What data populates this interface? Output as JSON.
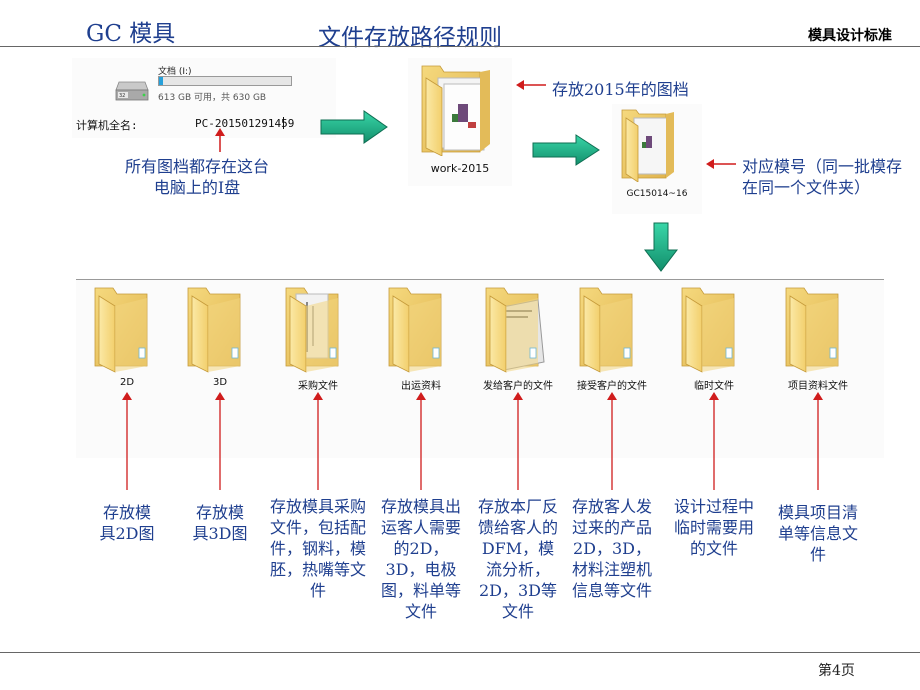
{
  "header": {
    "company": "GC  模具",
    "title": "文件存放路径规则",
    "standard": "模具设计标准"
  },
  "drive": {
    "name": "文档 (I:)",
    "usage_fraction": 0.03,
    "space_text": "613 GB 可用，共 630 GB"
  },
  "computer": {
    "label": "计算机全名:",
    "value": "PC-201501291459"
  },
  "captions": {
    "drive_note": "所有图档都存在这台电脑上的I盘",
    "work_note": "存放2015年的图档",
    "mold_note": "对应模号（同一批模存在同一个文件夹）"
  },
  "top_folders": {
    "work": "work-2015",
    "mold": "GC15014~16"
  },
  "folders": [
    {
      "label": "2D",
      "description": "存放模具2D图"
    },
    {
      "label": "3D",
      "description": "存放模具3D图"
    },
    {
      "label": "采购文件",
      "description": "存放模具采购文件，包括配件，钢料，模胚，热嘴等文件"
    },
    {
      "label": "出运资料",
      "description": "存放模具出运客人需要的2D，3D，电极图，料单等文件"
    },
    {
      "label": "发给客户的文件",
      "description": "存放本厂反馈给客人的DFM，模流分析，2D，3D等文件"
    },
    {
      "label": "接受客户的文件",
      "description": "存放客人发过来的产品2D，3D，材料注塑机信息等文件"
    },
    {
      "label": "临时文件",
      "description": "设计过程中临时需要用的文件"
    },
    {
      "label": "项目资料文件",
      "description": "模具项目清单等信息文件"
    }
  ],
  "footer": {
    "page": "第4页"
  },
  "colors": {
    "title": "#1f3f8f",
    "arrow_red": "#d01c1c",
    "flow_arrow": "#1fb08a"
  }
}
